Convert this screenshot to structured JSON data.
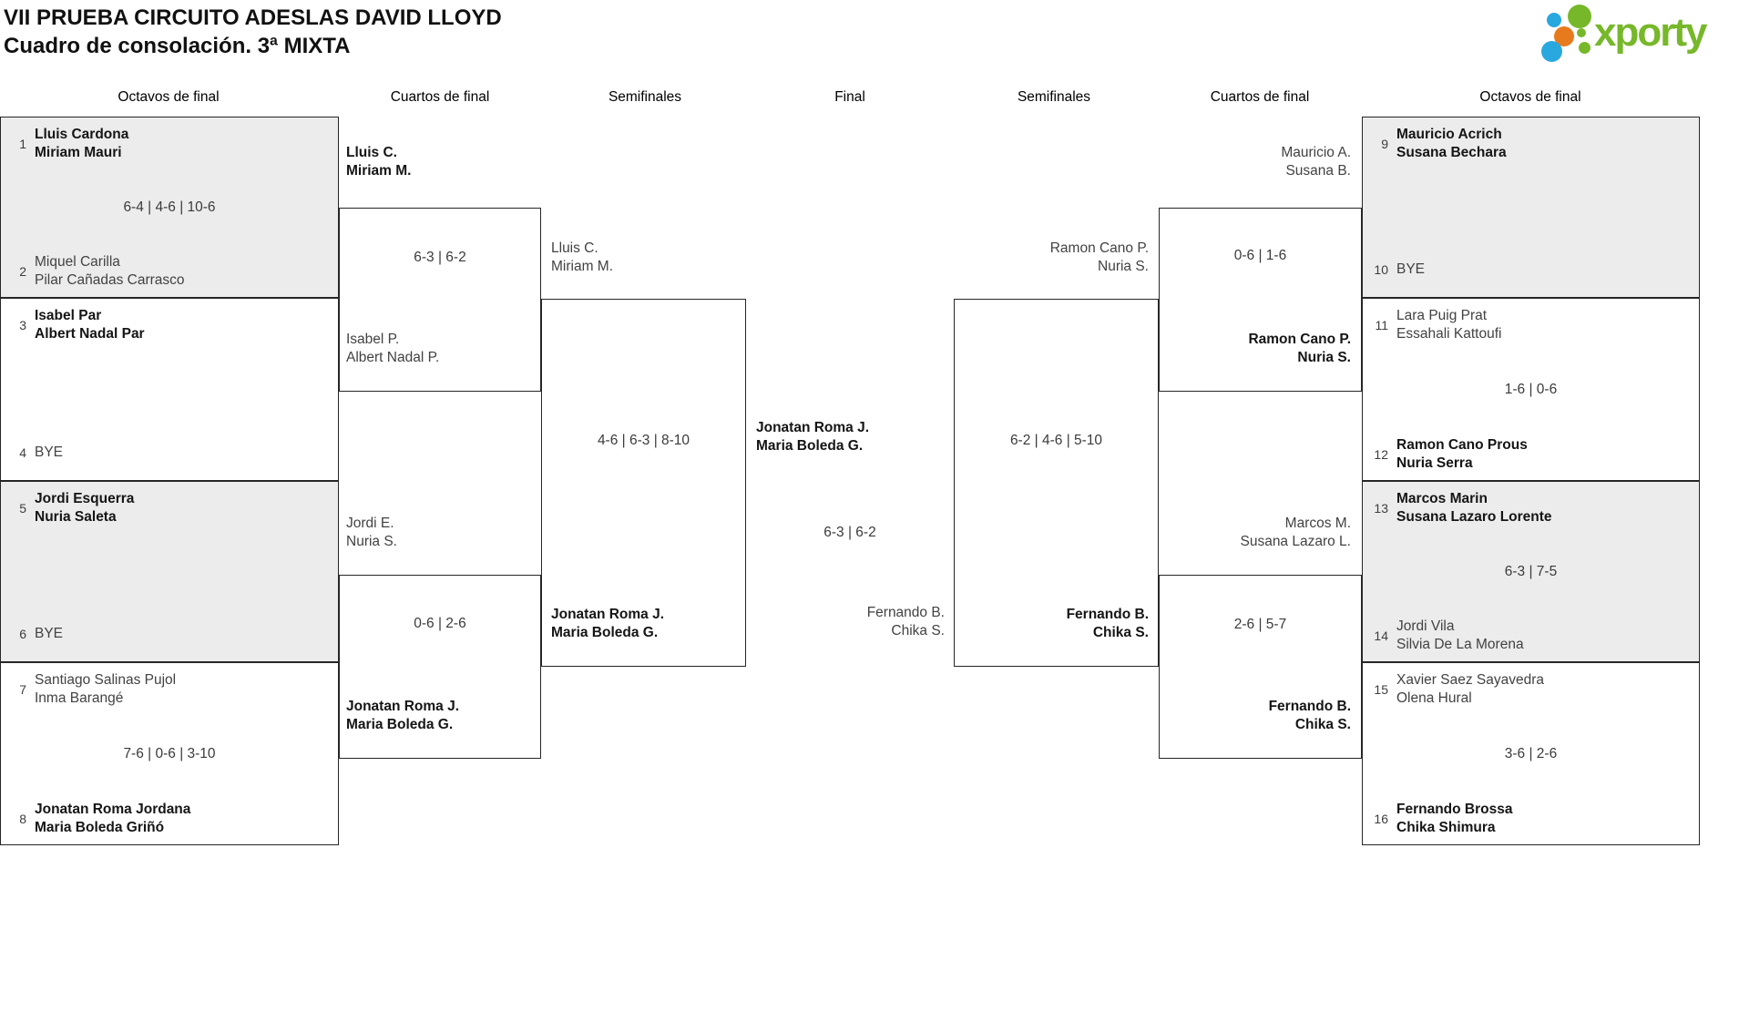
{
  "header": {
    "title": "VII PRUEBA CIRCUITO ADESLAS DAVID LLOYD",
    "subtitle": "Cuadro de consolación. 3ª MIXTA"
  },
  "logo": {
    "brand": "xporty",
    "green": "#76b82a",
    "blue": "#29a8e0",
    "orange": "#e87a1e"
  },
  "round_headers": [
    "Octavos de final",
    "Cuartos de final",
    "Semifinales",
    "Final",
    "Semifinales",
    "Cuartos de final",
    "Octavos de final"
  ],
  "octavos": [
    {
      "seed_top": "1",
      "team_top": [
        "Lluis Cardona",
        "Miriam Mauri"
      ],
      "top_winner": true,
      "score": "6-4 | 4-6 | 10-6",
      "seed_bottom": "2",
      "team_bottom": [
        "Miquel Carilla",
        "Pilar Cañadas Carrasco"
      ],
      "bottom_winner": false
    },
    {
      "seed_top": "3",
      "team_top": [
        "Isabel Par",
        "Albert Nadal Par"
      ],
      "top_winner": true,
      "score": "",
      "seed_bottom": "4",
      "team_bottom": [
        "BYE"
      ],
      "bottom_winner": false
    },
    {
      "seed_top": "5",
      "team_top": [
        "Jordi Esquerra",
        "Nuria Saleta"
      ],
      "top_winner": true,
      "score": "",
      "seed_bottom": "6",
      "team_bottom": [
        "BYE"
      ],
      "bottom_winner": false
    },
    {
      "seed_top": "7",
      "team_top": [
        "Santiago Salinas Pujol",
        "Inma Barangé"
      ],
      "top_winner": false,
      "score": "7-6 | 0-6 | 3-10",
      "seed_bottom": "8",
      "team_bottom": [
        "Jonatan Roma Jordana",
        "Maria Boleda Griñó"
      ],
      "bottom_winner": true
    },
    {
      "seed_top": "9",
      "team_top": [
        "Mauricio Acrich",
        "Susana Bechara"
      ],
      "top_winner": true,
      "score": "",
      "seed_bottom": "10",
      "team_bottom": [
        "BYE"
      ],
      "bottom_winner": false
    },
    {
      "seed_top": "11",
      "team_top": [
        "Lara Puig Prat",
        "Essahali Kattoufi"
      ],
      "top_winner": false,
      "score": "1-6 | 0-6",
      "seed_bottom": "12",
      "team_bottom": [
        "Ramon Cano Prous",
        "Nuria Serra"
      ],
      "bottom_winner": true
    },
    {
      "seed_top": "13",
      "team_top": [
        "Marcos Marin",
        "Susana Lazaro Lorente"
      ],
      "top_winner": true,
      "score": "6-3 | 7-5",
      "seed_bottom": "14",
      "team_bottom": [
        "Jordi Vila",
        "Silvia De La Morena"
      ],
      "bottom_winner": false
    },
    {
      "seed_top": "15",
      "team_top": [
        "Xavier Saez Sayavedra",
        "Olena Hural"
      ],
      "top_winner": false,
      "score": "3-6 | 2-6",
      "seed_bottom": "16",
      "team_bottom": [
        "Fernando Brossa",
        "Chika Shimura"
      ],
      "bottom_winner": true
    }
  ],
  "cuartos_left": {
    "w1": [
      "Lluis C.",
      "Miriam M."
    ],
    "s1": "6-3 | 6-2",
    "w2": [
      "Isabel P.",
      "Albert Nadal P."
    ],
    "w3": [
      "Jordi E.",
      "Nuria S."
    ],
    "s2": "0-6 | 2-6",
    "w4": [
      "Jonatan Roma J.",
      "Maria Boleda G."
    ]
  },
  "semis_left": {
    "w1": [
      "Lluis C.",
      "Miriam M."
    ],
    "s1": "4-6 | 6-3 | 8-10",
    "w2": [
      "Jonatan Roma J.",
      "Maria Boleda G."
    ]
  },
  "final": {
    "w1": [
      "Jonatan Roma J.",
      "Maria Boleda G."
    ],
    "s1": "6-3 | 6-2",
    "w2": [
      "Fernando B.",
      "Chika S."
    ]
  },
  "semis_right": {
    "w1": [
      "Ramon Cano P.",
      "Nuria S."
    ],
    "s1": "6-2 | 4-6 | 5-10",
    "w2": [
      "Fernando B.",
      "Chika S."
    ]
  },
  "cuartos_right": {
    "w1": [
      "Mauricio A.",
      "Susana B."
    ],
    "s1": "0-6 | 1-6",
    "w2": [
      "Ramon Cano P.",
      "Nuria S."
    ],
    "w3": [
      "Marcos M.",
      "Susana Lazaro L."
    ],
    "s2": "2-6 | 5-7",
    "w4": [
      "Fernando B.",
      "Chika S."
    ]
  }
}
